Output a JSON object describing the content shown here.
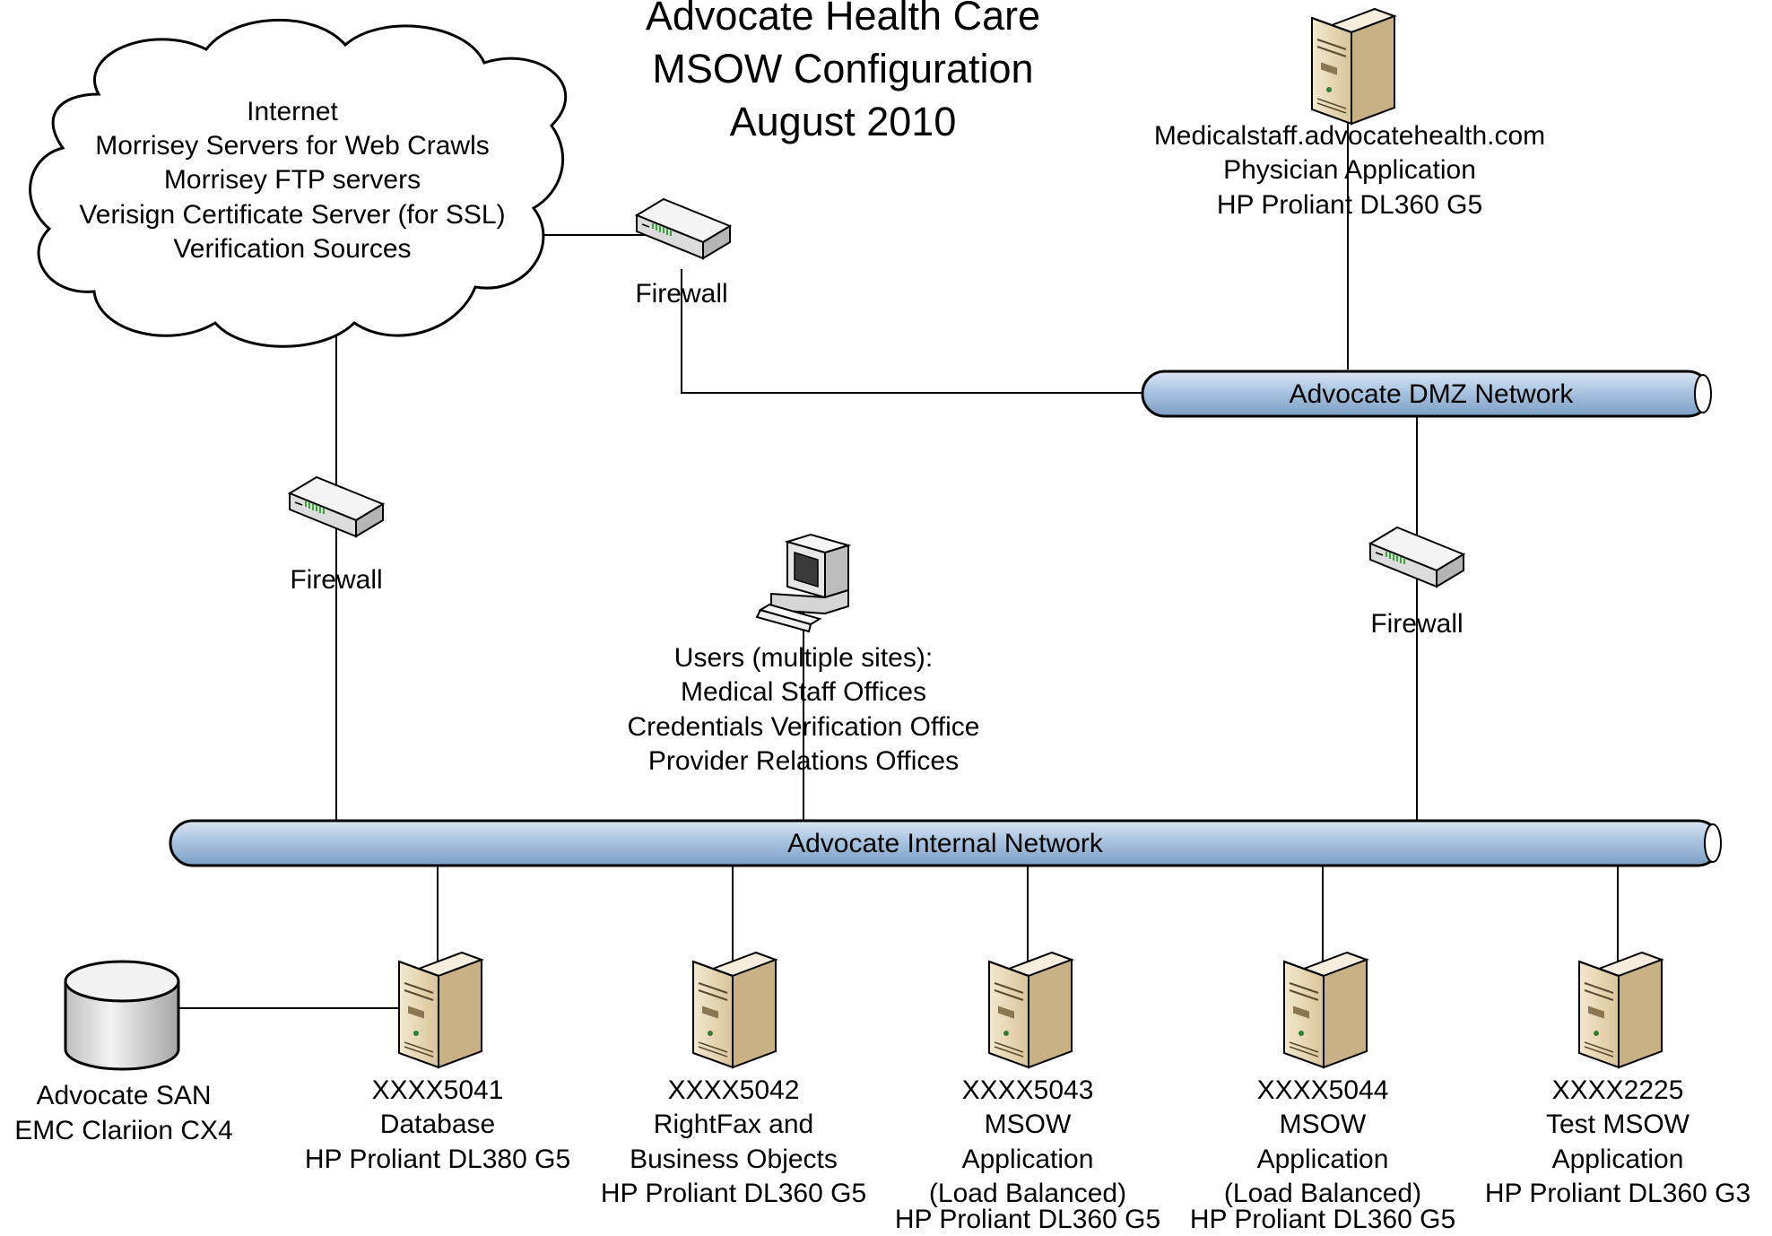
{
  "title": {
    "lines": [
      "Advocate Health Care",
      "MSOW Configuration",
      "August 2010"
    ]
  },
  "internet": {
    "lines": [
      "Internet",
      "Morrisey Servers for Web Crawls",
      "Morrisey FTP servers",
      "Verisign Certificate Server (for SSL)",
      "Verification Sources"
    ]
  },
  "firewalls": {
    "top": "Firewall",
    "left": "Firewall",
    "right": "Firewall"
  },
  "dmz_server": {
    "lines": [
      "Medicalstaff.advocatehealth.com",
      "Physician Application",
      "HP Proliant DL360 G5"
    ]
  },
  "networks": {
    "dmz": "Advocate DMZ Network",
    "internal": "Advocate Internal Network"
  },
  "users": {
    "lines": [
      "Users (multiple sites):",
      "Medical Staff Offices",
      "Credentials Verification Office",
      "Provider Relations Offices"
    ]
  },
  "san": {
    "lines": [
      "Advocate SAN",
      "EMC Clariion CX4"
    ]
  },
  "servers": [
    {
      "lines": [
        "XXXX5041",
        "Database",
        "HP Proliant DL380 G5"
      ]
    },
    {
      "lines": [
        "XXXX5042",
        "RightFax  and",
        "Business Objects",
        "HP Proliant DL360 G5"
      ]
    },
    {
      "lines": [
        "XXXX5043",
        "MSOW",
        "Application",
        "(Load Balanced)",
        "HP Proliant DL360 G5"
      ]
    },
    {
      "lines": [
        "XXXX5044",
        "MSOW",
        "Application",
        "(Load Balanced)",
        "HP Proliant DL360 G5"
      ]
    },
    {
      "lines": [
        "XXXX2225",
        "Test MSOW",
        "Application",
        "HP Proliant DL360 G3"
      ]
    }
  ],
  "colors": {
    "bus_fill": "#a9c4e0",
    "bus_stroke": "#000000",
    "server_body": "#e8d9b8",
    "server_dark": "#b8a27a",
    "firewall_body": "#e6e6e6",
    "firewall_led": "#3aa63a",
    "san_fill": "#d9d9d9"
  }
}
